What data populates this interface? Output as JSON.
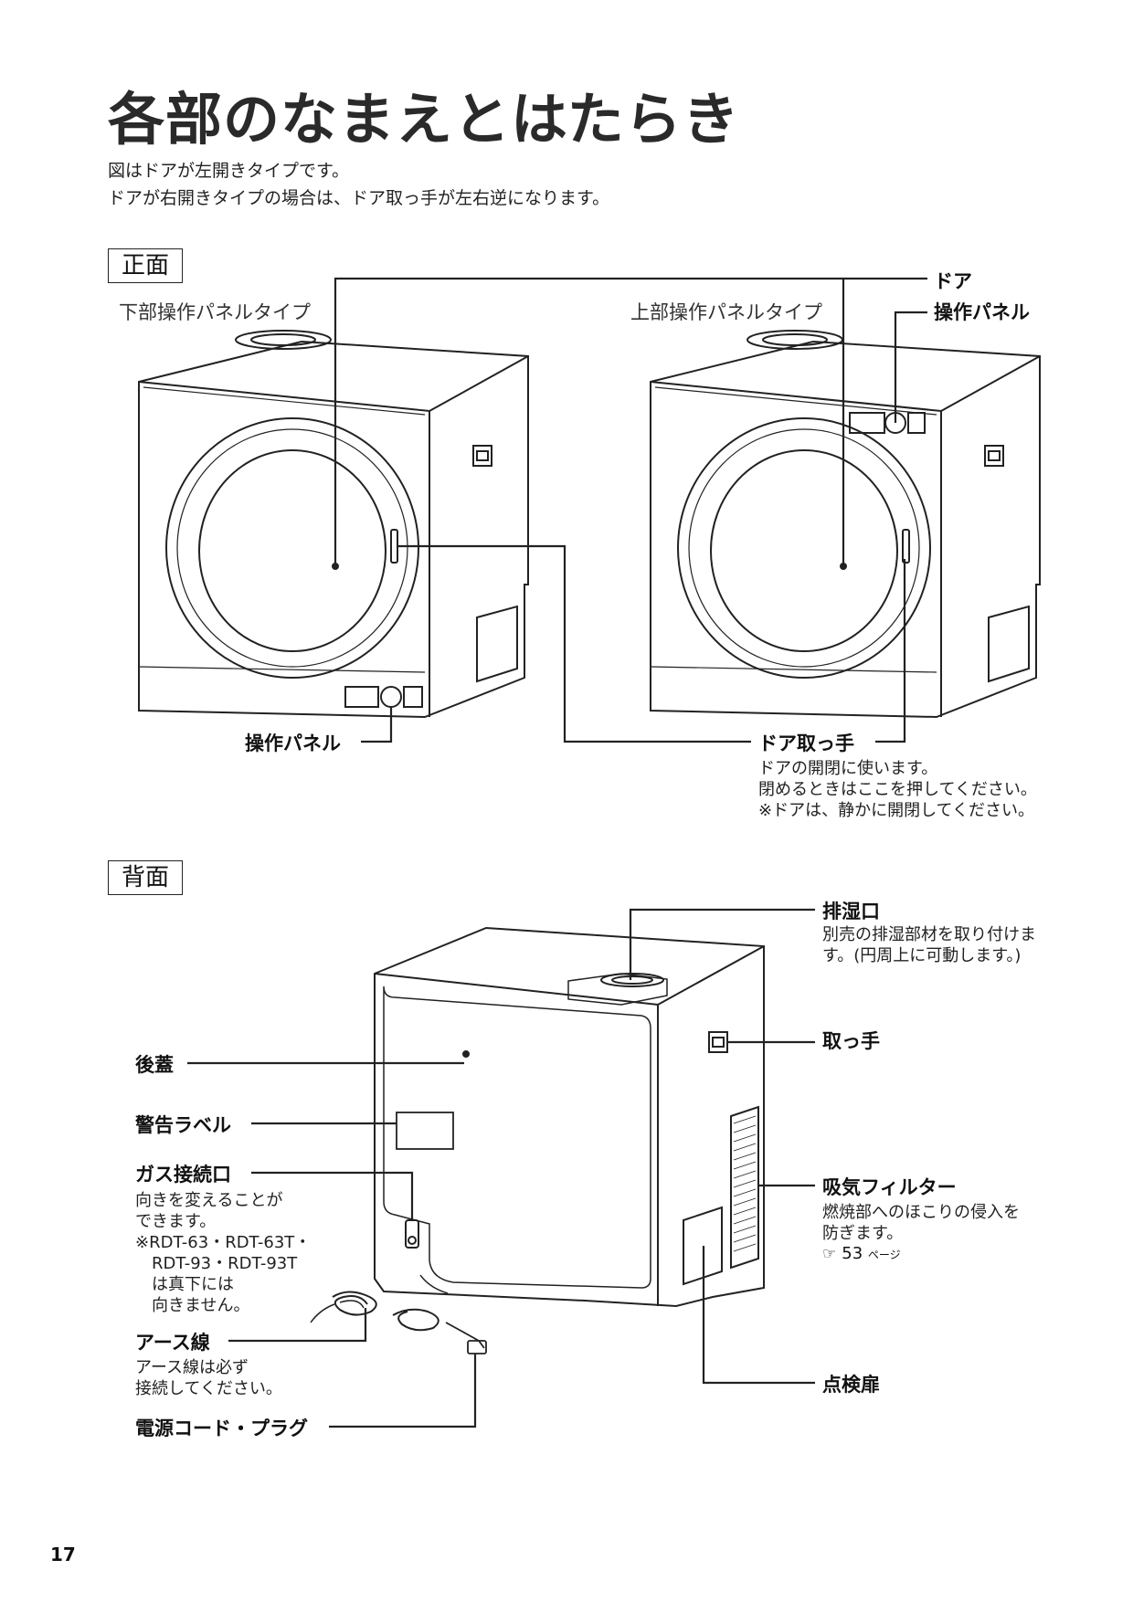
{
  "title": "各部のなまえとはたらき",
  "intro": [
    "図はドアが左開きタイプです。",
    "ドアが右開きタイプの場合は、ドア取っ手が左右逆になります。"
  ],
  "front": {
    "section": "正面",
    "lower_type": "下部操作パネルタイプ",
    "upper_type": "上部操作パネルタイプ",
    "labels": {
      "door": "ドア",
      "panel_upper": "操作パネル",
      "panel_lower": "操作パネル",
      "handle": "ドア取っ手",
      "handle_desc": "ドアの開閉に使います。\n閉めるときはここを押してください。\n※ドアは、静かに開閉してください。"
    }
  },
  "back": {
    "section": "背面",
    "labels": {
      "exhaust": "排湿口",
      "exhaust_desc": "別売の排湿部材を取り付けま\nす。(円周上に可動します。)",
      "grip": "取っ手",
      "rear_cover": "後蓋",
      "warning_label": "警告ラベル",
      "gas_port": "ガス接続口",
      "gas_desc": "向きを変えることが\nできます。\n※RDT-63・RDT-63T・\n　RDT-93・RDT-93T\n　は真下には\n　向きません。",
      "intake_filter": "吸気フィルター",
      "intake_desc": "燃焼部へのほこりの侵入を\n防ぎます。",
      "ref_page": "53",
      "ref_unit": "ページ",
      "ground_wire": "アース線",
      "ground_desc": "アース線は必ず\n接続してください。",
      "inspection_door": "点検扉",
      "power_cord": "電源コード・プラグ"
    }
  },
  "page_number": "17",
  "icons": [
    "pointing-hand-icon"
  ]
}
